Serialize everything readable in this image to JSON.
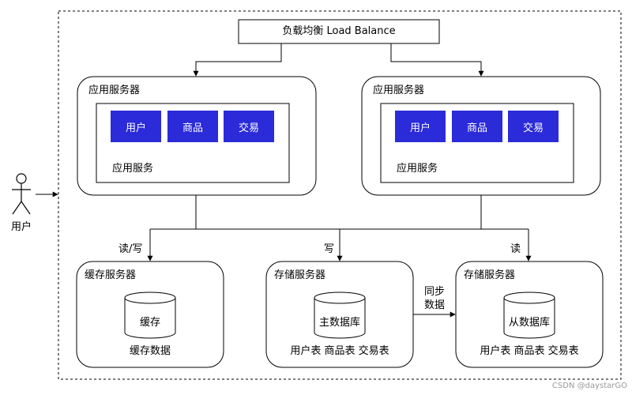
{
  "load_balancer": {
    "label": "负载均衡 Load Balance"
  },
  "user": {
    "label": "用户"
  },
  "app_servers": [
    {
      "title": "应用服务器",
      "service_label": "应用服务",
      "modules": [
        "用户",
        "商品",
        "交易"
      ]
    },
    {
      "title": "应用服务器",
      "service_label": "应用服务",
      "modules": [
        "用户",
        "商品",
        "交易"
      ]
    }
  ],
  "cache_server": {
    "title": "缓存服务器",
    "db_label": "缓存",
    "data_label": "缓存数据",
    "edge_label": "读/写"
  },
  "storage_master": {
    "title": "存储服务器",
    "db_label": "主数据库",
    "tables_label": "用户表 商品表 交易表",
    "edge_label": "写"
  },
  "storage_slave": {
    "title": "存储服务器",
    "db_label": "从数据库",
    "tables_label": "用户表 商品表 交易表",
    "edge_label": "读"
  },
  "sync": {
    "line1": "同步",
    "line2": "数据"
  },
  "watermark": "CSDN @daystarGO"
}
